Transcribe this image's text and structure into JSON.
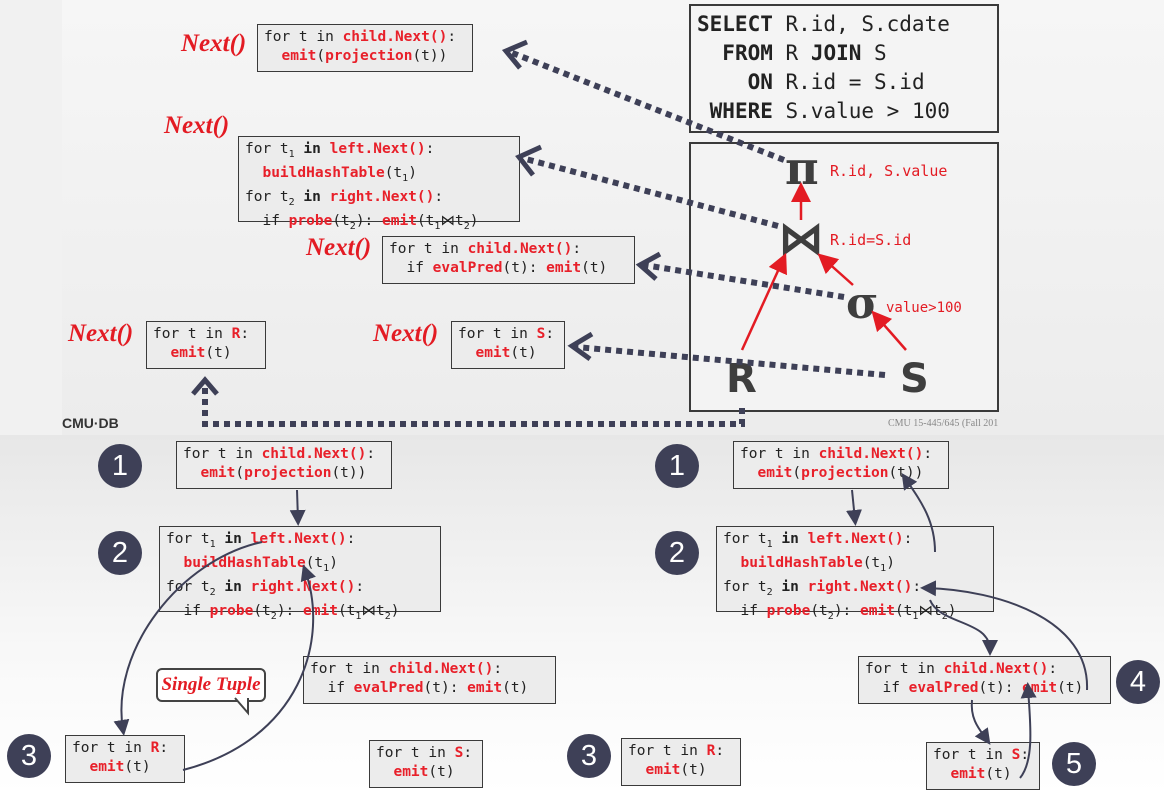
{
  "next_label": "Next()",
  "sql": {
    "line1_kw": "SELECT",
    "line1_rest": " R.id, S.cdate",
    "line2_kw": "FROM",
    "line2_rest": " R ",
    "line2_kw2": "JOIN",
    "line2_rest2": " S",
    "line3_kw": "ON",
    "line3_rest": " R.id = S.id",
    "line4_kw": "WHERE",
    "line4_rest": " S.value > 100"
  },
  "plan": {
    "projection_symbol": "π",
    "projection_label": "R.id, S.value",
    "join_symbol": "⋈",
    "join_label": "R.id=S.id",
    "selection_symbol": "σ",
    "selection_label": "value>100",
    "r_label": "R",
    "s_label": "S"
  },
  "code": {
    "for_t_in": "for t in ",
    "for": "for ",
    "in": " in ",
    "child_next": "child.Next()",
    "left_next": "left.Next()",
    "right_next": "right.Next()",
    "colon": ":",
    "emit": "emit",
    "projection": "projection",
    "build": "buildHashTable",
    "probe": "probe",
    "if": "if ",
    "evalpred": "evalPred",
    "t": "t",
    "t1": "t",
    "t2": "t",
    "sub1": "1",
    "sub2": "2",
    "R": "R",
    "S": "S"
  },
  "footer_left": "CMU·DB",
  "footer_right": "CMU 15-445/645 (Fall 201",
  "callout": "Single Tuple",
  "steps": [
    "1",
    "2",
    "3",
    "4",
    "5"
  ],
  "colors": {
    "accent": "#e31b23",
    "arrow": "#3e4057",
    "badge": "#3e4057"
  }
}
